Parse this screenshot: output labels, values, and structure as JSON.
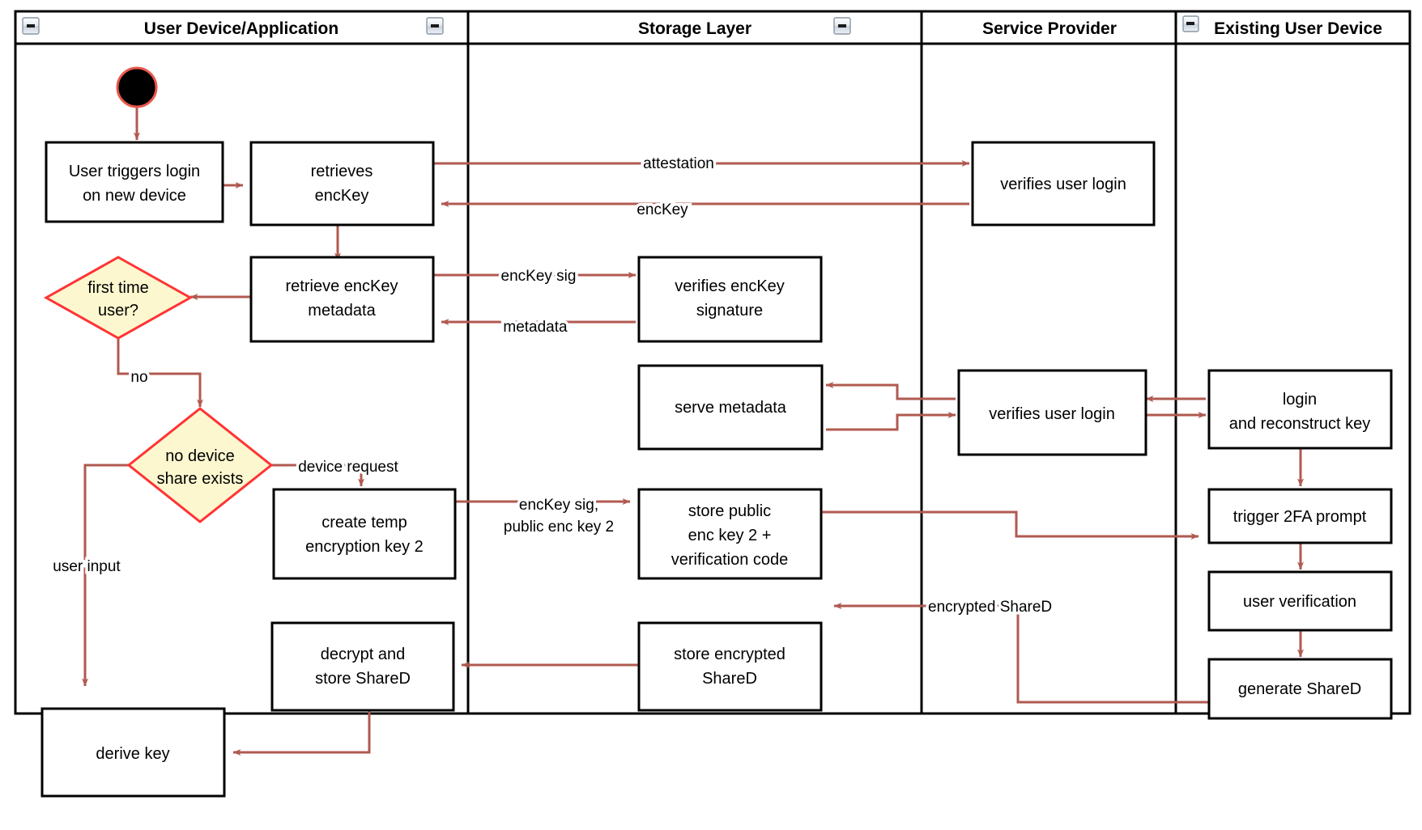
{
  "diagram": {
    "type": "uml-activity-swimlane",
    "title": "",
    "colors": {
      "flow": "#b05a50",
      "decision_fill": "#fdf7cf",
      "decision_stroke": "#ff3333",
      "node_stroke": "#000000",
      "node_fill": "#ffffff",
      "lane_stroke": "#000000",
      "start_node": "#000000"
    },
    "lanes": [
      {
        "id": "lane-user-device",
        "title": "User Device/Application",
        "collapse_icon": "collapse-minus-icon"
      },
      {
        "id": "lane-storage-layer",
        "title": "Storage Layer",
        "collapse_icon": "collapse-minus-icon"
      },
      {
        "id": "lane-service-provider",
        "title": "Service Provider",
        "collapse_icon": "collapse-minus-icon"
      },
      {
        "id": "lane-existing-user-device",
        "title": "Existing User Device",
        "collapse_icon": "collapse-minus-icon"
      }
    ],
    "nodes": [
      {
        "id": "start",
        "kind": "initial",
        "lane": "lane-user-device",
        "label": ""
      },
      {
        "id": "n-user-triggers-login",
        "kind": "action",
        "lane": "lane-user-device",
        "label_lines": [
          "User triggers login",
          "on new device"
        ]
      },
      {
        "id": "n-retrieves-enckey",
        "kind": "action",
        "lane": "lane-user-device",
        "label_lines": [
          "retrieves",
          "encKey"
        ]
      },
      {
        "id": "n-first-time-user",
        "kind": "decision",
        "lane": "lane-user-device",
        "label_lines": [
          "first time",
          "user?"
        ]
      },
      {
        "id": "n-retrieve-enckey-metadata",
        "kind": "action",
        "lane": "lane-user-device",
        "label_lines": [
          "retrieve encKey",
          "metadata"
        ]
      },
      {
        "id": "n-no-device-share-exists",
        "kind": "decision",
        "lane": "lane-user-device",
        "label_lines": [
          "no device",
          "share exists"
        ]
      },
      {
        "id": "n-create-temp-encryption-key-2",
        "kind": "action",
        "lane": "lane-user-device",
        "label_lines": [
          "create temp",
          "encryption key 2"
        ]
      },
      {
        "id": "n-decrypt-and-store-shared",
        "kind": "action",
        "lane": "lane-user-device",
        "label_lines": [
          "decrypt and",
          "store ShareD"
        ]
      },
      {
        "id": "n-derive-key",
        "kind": "action",
        "lane": "lane-user-device",
        "label_lines": [
          "derive key"
        ]
      },
      {
        "id": "n-verifies-enckey-signature",
        "kind": "action",
        "lane": "lane-storage-layer",
        "label_lines": [
          "verifies encKey",
          "signature"
        ]
      },
      {
        "id": "n-serve-metadata",
        "kind": "action",
        "lane": "lane-storage-layer",
        "label_lines": [
          "serve metadata"
        ]
      },
      {
        "id": "n-store-public-enc-key-2",
        "kind": "action",
        "lane": "lane-storage-layer",
        "label_lines": [
          "store public",
          "enc key 2 +",
          "verification code"
        ]
      },
      {
        "id": "n-store-encrypted-shared",
        "kind": "action",
        "lane": "lane-storage-layer",
        "label_lines": [
          "store encrypted",
          "ShareD"
        ]
      },
      {
        "id": "n-verifies-user-login-1",
        "kind": "action",
        "lane": "lane-service-provider",
        "label_lines": [
          "verifies user login"
        ]
      },
      {
        "id": "n-verifies-user-login-2",
        "kind": "action",
        "lane": "lane-service-provider",
        "label_lines": [
          "verifies user login"
        ]
      },
      {
        "id": "n-login-reconstruct-key",
        "kind": "action",
        "lane": "lane-existing-user-device",
        "label_lines": [
          "login",
          "and reconstruct key"
        ]
      },
      {
        "id": "n-trigger-2fa-prompt",
        "kind": "action",
        "lane": "lane-existing-user-device",
        "label_lines": [
          "trigger 2FA prompt"
        ]
      },
      {
        "id": "n-user-verification",
        "kind": "action",
        "lane": "lane-existing-user-device",
        "label_lines": [
          "user verification"
        ]
      },
      {
        "id": "n-generate-shared",
        "kind": "action",
        "lane": "lane-existing-user-device",
        "label_lines": [
          "generate ShareD"
        ]
      }
    ],
    "edges": [
      {
        "id": "e-start",
        "from": "start",
        "to": "n-user-triggers-login",
        "label": ""
      },
      {
        "id": "e-login-to-retrieves",
        "from": "n-user-triggers-login",
        "to": "n-retrieves-enckey",
        "label": ""
      },
      {
        "id": "e-attestation",
        "from": "n-retrieves-enckey",
        "to": "n-verifies-user-login-1",
        "label": "attestation"
      },
      {
        "id": "e-enckey",
        "from": "n-verifies-user-login-1",
        "to": "n-retrieves-enckey",
        "label": "encKey"
      },
      {
        "id": "e-retrieves-to-metadata",
        "from": "n-retrieves-enckey",
        "to": "n-retrieve-enckey-metadata",
        "label": ""
      },
      {
        "id": "e-metadata-to-firsttime",
        "from": "n-retrieve-enckey-metadata",
        "to": "n-first-time-user",
        "label": ""
      },
      {
        "id": "e-enckey-sig",
        "from": "n-retrieve-enckey-metadata",
        "to": "n-verifies-enckey-signature",
        "label": "encKey sig"
      },
      {
        "id": "e-metadata-back",
        "from": "n-verifies-enckey-signature",
        "to": "n-retrieve-enckey-metadata",
        "label": "metadata"
      },
      {
        "id": "e-no",
        "from": "n-first-time-user",
        "to": "n-no-device-share-exists",
        "label": "no"
      },
      {
        "id": "e-device-request",
        "from": "n-no-device-share-exists",
        "to": "n-create-temp-encryption-key-2",
        "label": "device request"
      },
      {
        "id": "e-user-input",
        "from": "n-no-device-share-exists",
        "to": "n-derive-key",
        "label": "user input"
      },
      {
        "id": "e-enckey-sig-pubkey2",
        "from": "n-create-temp-encryption-key-2",
        "to": "n-store-public-enc-key-2",
        "label": "encKey sig,\npublic enc key 2"
      },
      {
        "id": "e-store-public-to-trigger2fa",
        "from": "n-store-public-enc-key-2",
        "to": "n-trigger-2fa-prompt",
        "label": ""
      },
      {
        "id": "e-existing-to-sp",
        "from": "n-login-reconstruct-key",
        "to": "n-verifies-user-login-2",
        "label": ""
      },
      {
        "id": "e-sp-to-serve-metadata",
        "from": "n-verifies-user-login-2",
        "to": "n-serve-metadata",
        "label": ""
      },
      {
        "id": "e-serve-metadata-to-sp",
        "from": "n-serve-metadata",
        "to": "n-verifies-user-login-2",
        "label": ""
      },
      {
        "id": "e-sp-to-existing",
        "from": "n-verifies-user-login-2",
        "to": "n-login-reconstruct-key",
        "label": ""
      },
      {
        "id": "e-login-to-2fa",
        "from": "n-login-reconstruct-key",
        "to": "n-trigger-2fa-prompt",
        "label": ""
      },
      {
        "id": "e-2fa-to-verify",
        "from": "n-trigger-2fa-prompt",
        "to": "n-user-verification",
        "label": ""
      },
      {
        "id": "e-verify-to-generate",
        "from": "n-user-verification",
        "to": "n-generate-shared",
        "label": ""
      },
      {
        "id": "e-encrypted-shared",
        "from": "n-generate-shared",
        "to": "n-store-encrypted-shared",
        "label": "encrypted ShareD"
      },
      {
        "id": "e-store-to-decrypt",
        "from": "n-store-encrypted-shared",
        "to": "n-decrypt-and-store-shared",
        "label": ""
      },
      {
        "id": "e-decrypt-to-derive",
        "from": "n-decrypt-and-store-shared",
        "to": "n-derive-key",
        "label": ""
      }
    ],
    "edge_labels": {
      "attestation": "attestation",
      "encKey": "encKey",
      "encKey_sig": "encKey sig",
      "metadata": "metadata",
      "no": "no",
      "device_request": "device request",
      "user_input": "user input",
      "encKey_sig_pub2_line1": "encKey sig,",
      "encKey_sig_pub2_line2": "public enc key 2",
      "encrypted_shared": "encrypted ShareD"
    },
    "node_text": {
      "user_triggers_login_l1": "User triggers login",
      "user_triggers_login_l2": "on new device",
      "retrieves_l1": "retrieves",
      "retrieves_l2": "encKey",
      "first_time_l1": "first time",
      "first_time_l2": "user?",
      "retrieve_meta_l1": "retrieve encKey",
      "retrieve_meta_l2": "metadata",
      "no_device_l1": "no device",
      "no_device_l2": "share exists",
      "create_temp_l1": "create temp",
      "create_temp_l2": "encryption key 2",
      "decrypt_store_l1": "decrypt and",
      "decrypt_store_l2": "store ShareD",
      "derive_key": "derive key",
      "verifies_sig_l1": "verifies encKey",
      "verifies_sig_l2": "signature",
      "serve_metadata": "serve metadata",
      "store_public_l1": "store public",
      "store_public_l2": "enc key 2 +",
      "store_public_l3": "verification code",
      "store_enc_shared_l1": "store encrypted",
      "store_enc_shared_l2": "ShareD",
      "verifies_user_login_1": "verifies user login",
      "verifies_user_login_2": "verifies user login",
      "login_recon_l1": "login",
      "login_recon_l2": "and reconstruct key",
      "trigger_2fa": "trigger 2FA prompt",
      "user_verification": "user verification",
      "generate_shared": "generate ShareD"
    },
    "lane_titles": {
      "l0": "User Device/Application",
      "l1": "Storage Layer",
      "l2": "Service Provider",
      "l3": "Existing User Device"
    }
  }
}
